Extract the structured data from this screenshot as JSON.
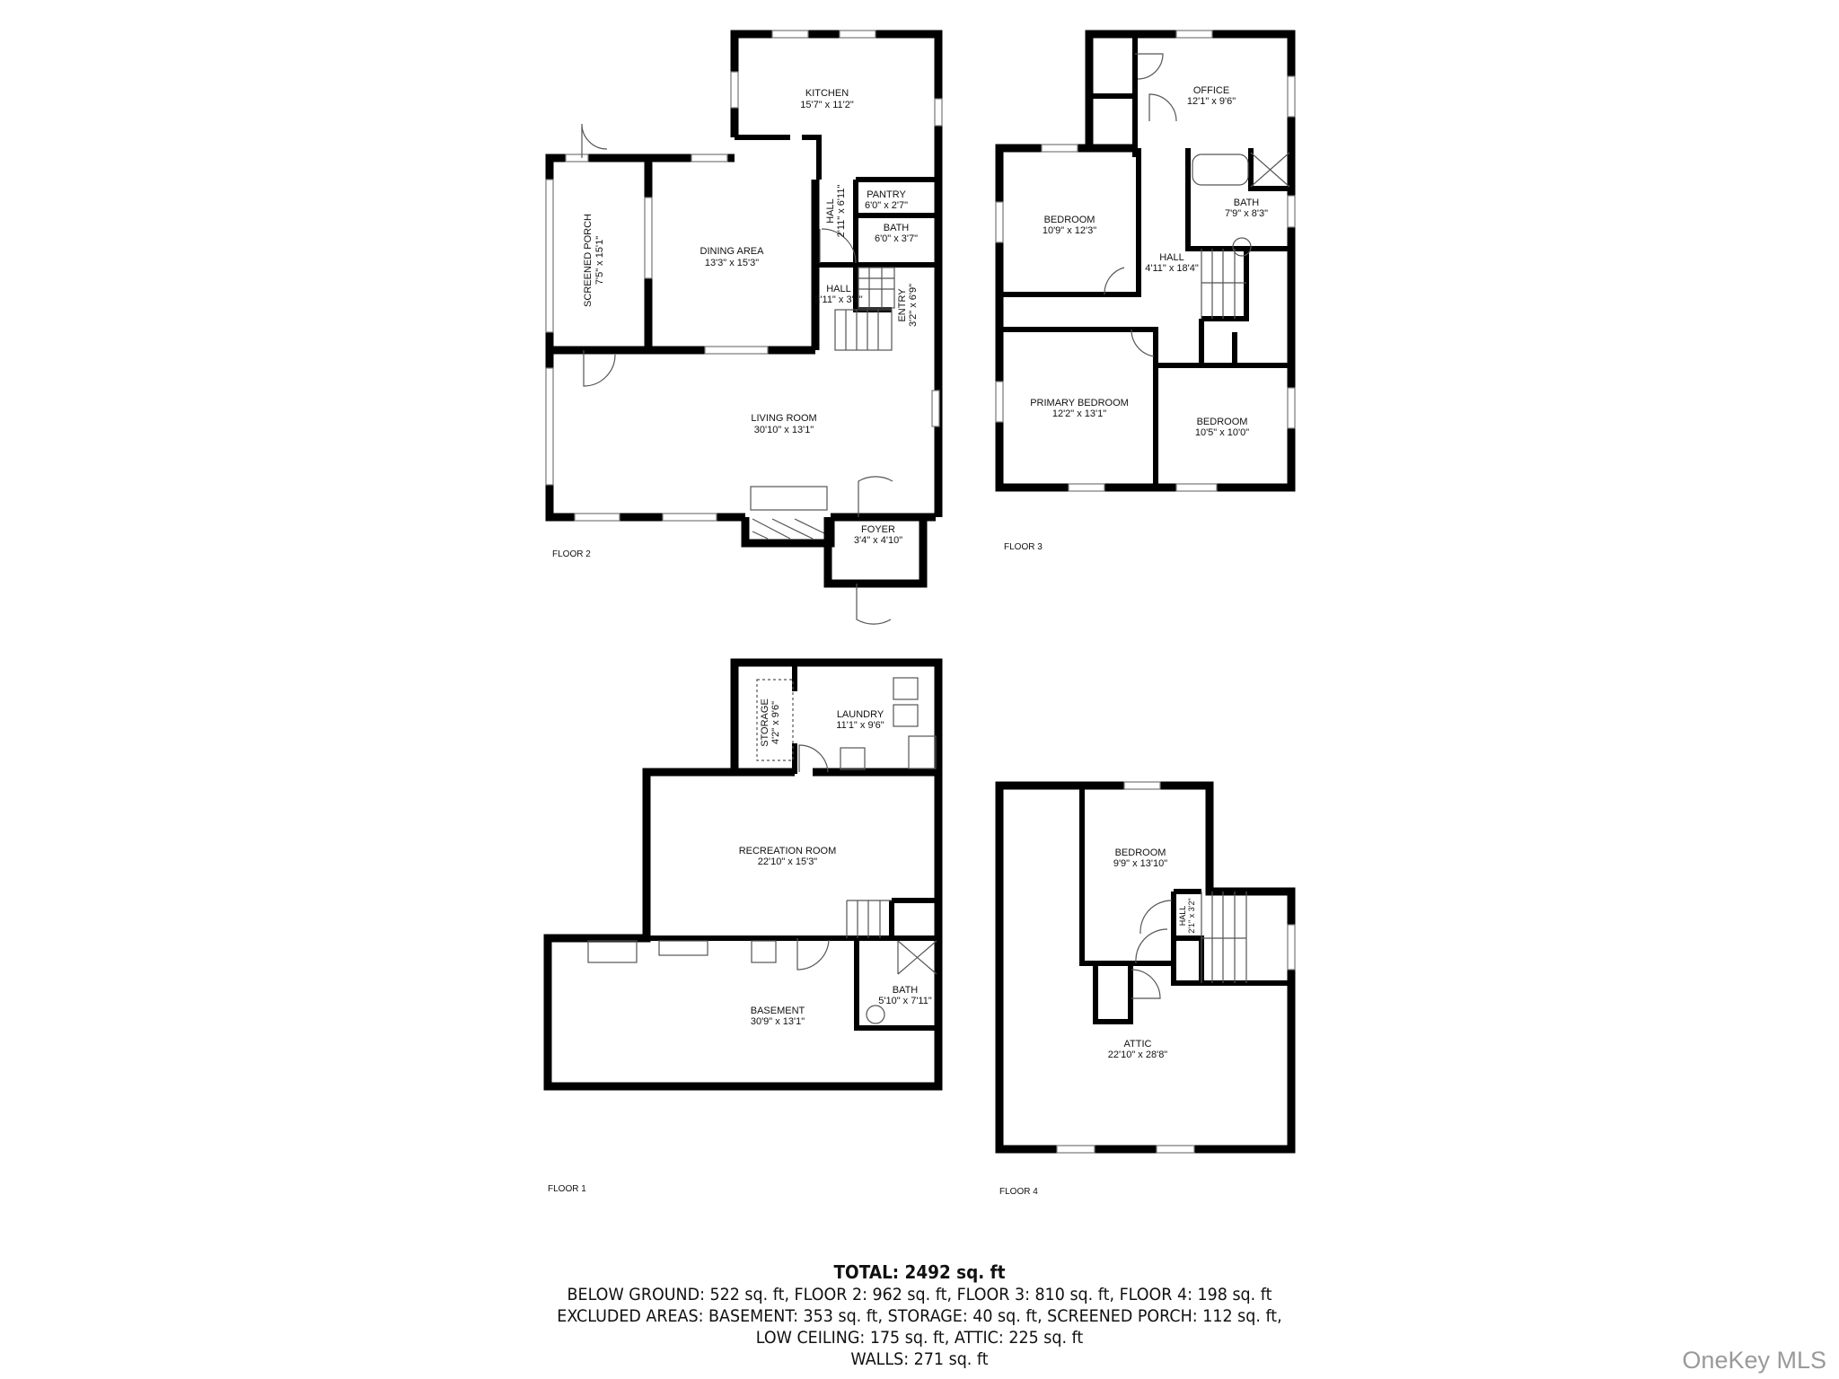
{
  "floors": {
    "floor2": {
      "label": "FLOOR 2",
      "kitchen": {
        "name": "KITCHEN",
        "dims": "15'7\" x 11'2\""
      },
      "screened_porch": {
        "name": "SCREENED PORCH",
        "dims": "7'5\" x 15'1\""
      },
      "dining_area": {
        "name": "DINING AREA",
        "dims": "13'3\" x 15'3\""
      },
      "hall_upper": {
        "name": "HALL",
        "dims": "2'11\" x 6'11\""
      },
      "pantry": {
        "name": "PANTRY",
        "dims": "6'0\" x 2'7\""
      },
      "bath": {
        "name": "BATH",
        "dims": "6'0\" x 3'7\""
      },
      "hall_lower": {
        "name": "HALL",
        "dims": "2'11\" x 3'7\""
      },
      "entry": {
        "name": "ENTRY",
        "dims": "3'2\" x 6'9\""
      },
      "living_room": {
        "name": "LIVING ROOM",
        "dims": "30'10\" x 13'1\""
      },
      "foyer": {
        "name": "FOYER",
        "dims": "3'4\" x 4'10\""
      }
    },
    "floor3": {
      "label": "FLOOR 3",
      "office": {
        "name": "OFFICE",
        "dims": "12'1\" x 9'6\""
      },
      "bedroom_a": {
        "name": "BEDROOM",
        "dims": "10'9\" x 12'3\""
      },
      "bath": {
        "name": "BATH",
        "dims": "7'9\" x 8'3\""
      },
      "hall": {
        "name": "HALL",
        "dims": "4'11\" x 18'4\""
      },
      "primary_bedroom": {
        "name": "PRIMARY BEDROOM",
        "dims": "12'2\" x 13'1\""
      },
      "bedroom_b": {
        "name": "BEDROOM",
        "dims": "10'5\" x 10'0\""
      }
    },
    "floor1": {
      "label": "FLOOR 1",
      "storage": {
        "name": "STORAGE",
        "dims": "4'2\" x 9'6\""
      },
      "laundry": {
        "name": "LAUNDRY",
        "dims": "11'1\" x 9'6\""
      },
      "recreation_room": {
        "name": "RECREATION ROOM",
        "dims": "22'10\" x 15'3\""
      },
      "basement": {
        "name": "BASEMENT",
        "dims": "30'9\" x 13'1\""
      },
      "bath": {
        "name": "BATH",
        "dims": "5'10\" x 7'11\""
      }
    },
    "floor4": {
      "label": "FLOOR 4",
      "bedroom": {
        "name": "BEDROOM",
        "dims": "9'9\" x 13'10\""
      },
      "hall": {
        "name": "HALL",
        "dims": "2'1\" x 3'2\""
      },
      "attic": {
        "name": "ATTIC",
        "dims": "22'10\" x 28'8\""
      }
    }
  },
  "summary": {
    "total": "TOTAL: 2492 sq. ft",
    "line1": "BELOW GROUND: 522 sq. ft, FLOOR 2: 962 sq. ft, FLOOR 3: 810 sq. ft, FLOOR 4: 198 sq. ft",
    "line2": "EXCLUDED AREAS: BASEMENT: 353 sq. ft, STORAGE: 40 sq. ft, SCREENED PORCH: 112 sq. ft,",
    "line3": "LOW CEILING: 175 sq. ft, ATTIC: 225 sq. ft",
    "line4": "WALLS: 271 sq. ft"
  },
  "watermark": "OneKey MLS"
}
